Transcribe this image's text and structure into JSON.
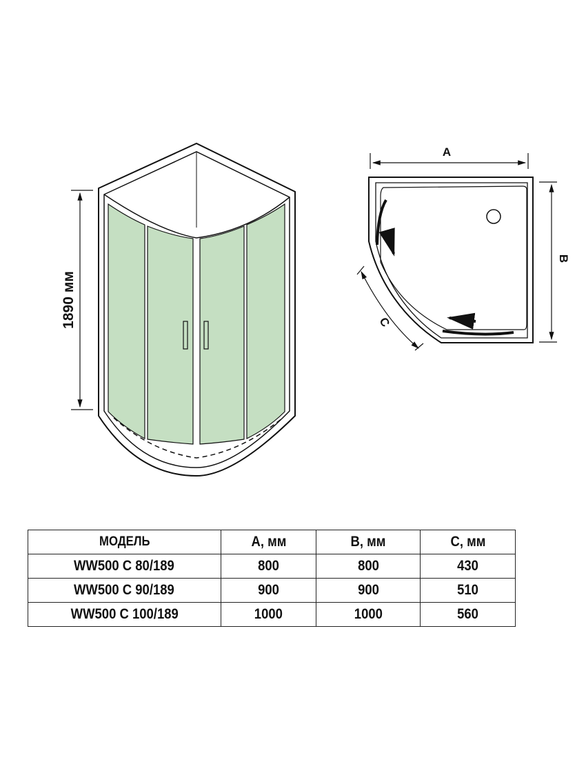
{
  "front_view": {
    "height_label": "1890 мм",
    "glass_color": "#c5dfc2"
  },
  "plan_view": {
    "label_a": "A",
    "label_b": "B",
    "label_c": "C"
  },
  "table": {
    "headers": [
      "МОДЕЛЬ",
      "A, мм",
      "B, мм",
      "C, мм"
    ],
    "rows": [
      [
        "WW500 C 80/189",
        "800",
        "800",
        "430"
      ],
      [
        "WW500 C 90/189",
        "900",
        "900",
        "510"
      ],
      [
        "WW500 C 100/189",
        "1000",
        "1000",
        "560"
      ]
    ]
  }
}
